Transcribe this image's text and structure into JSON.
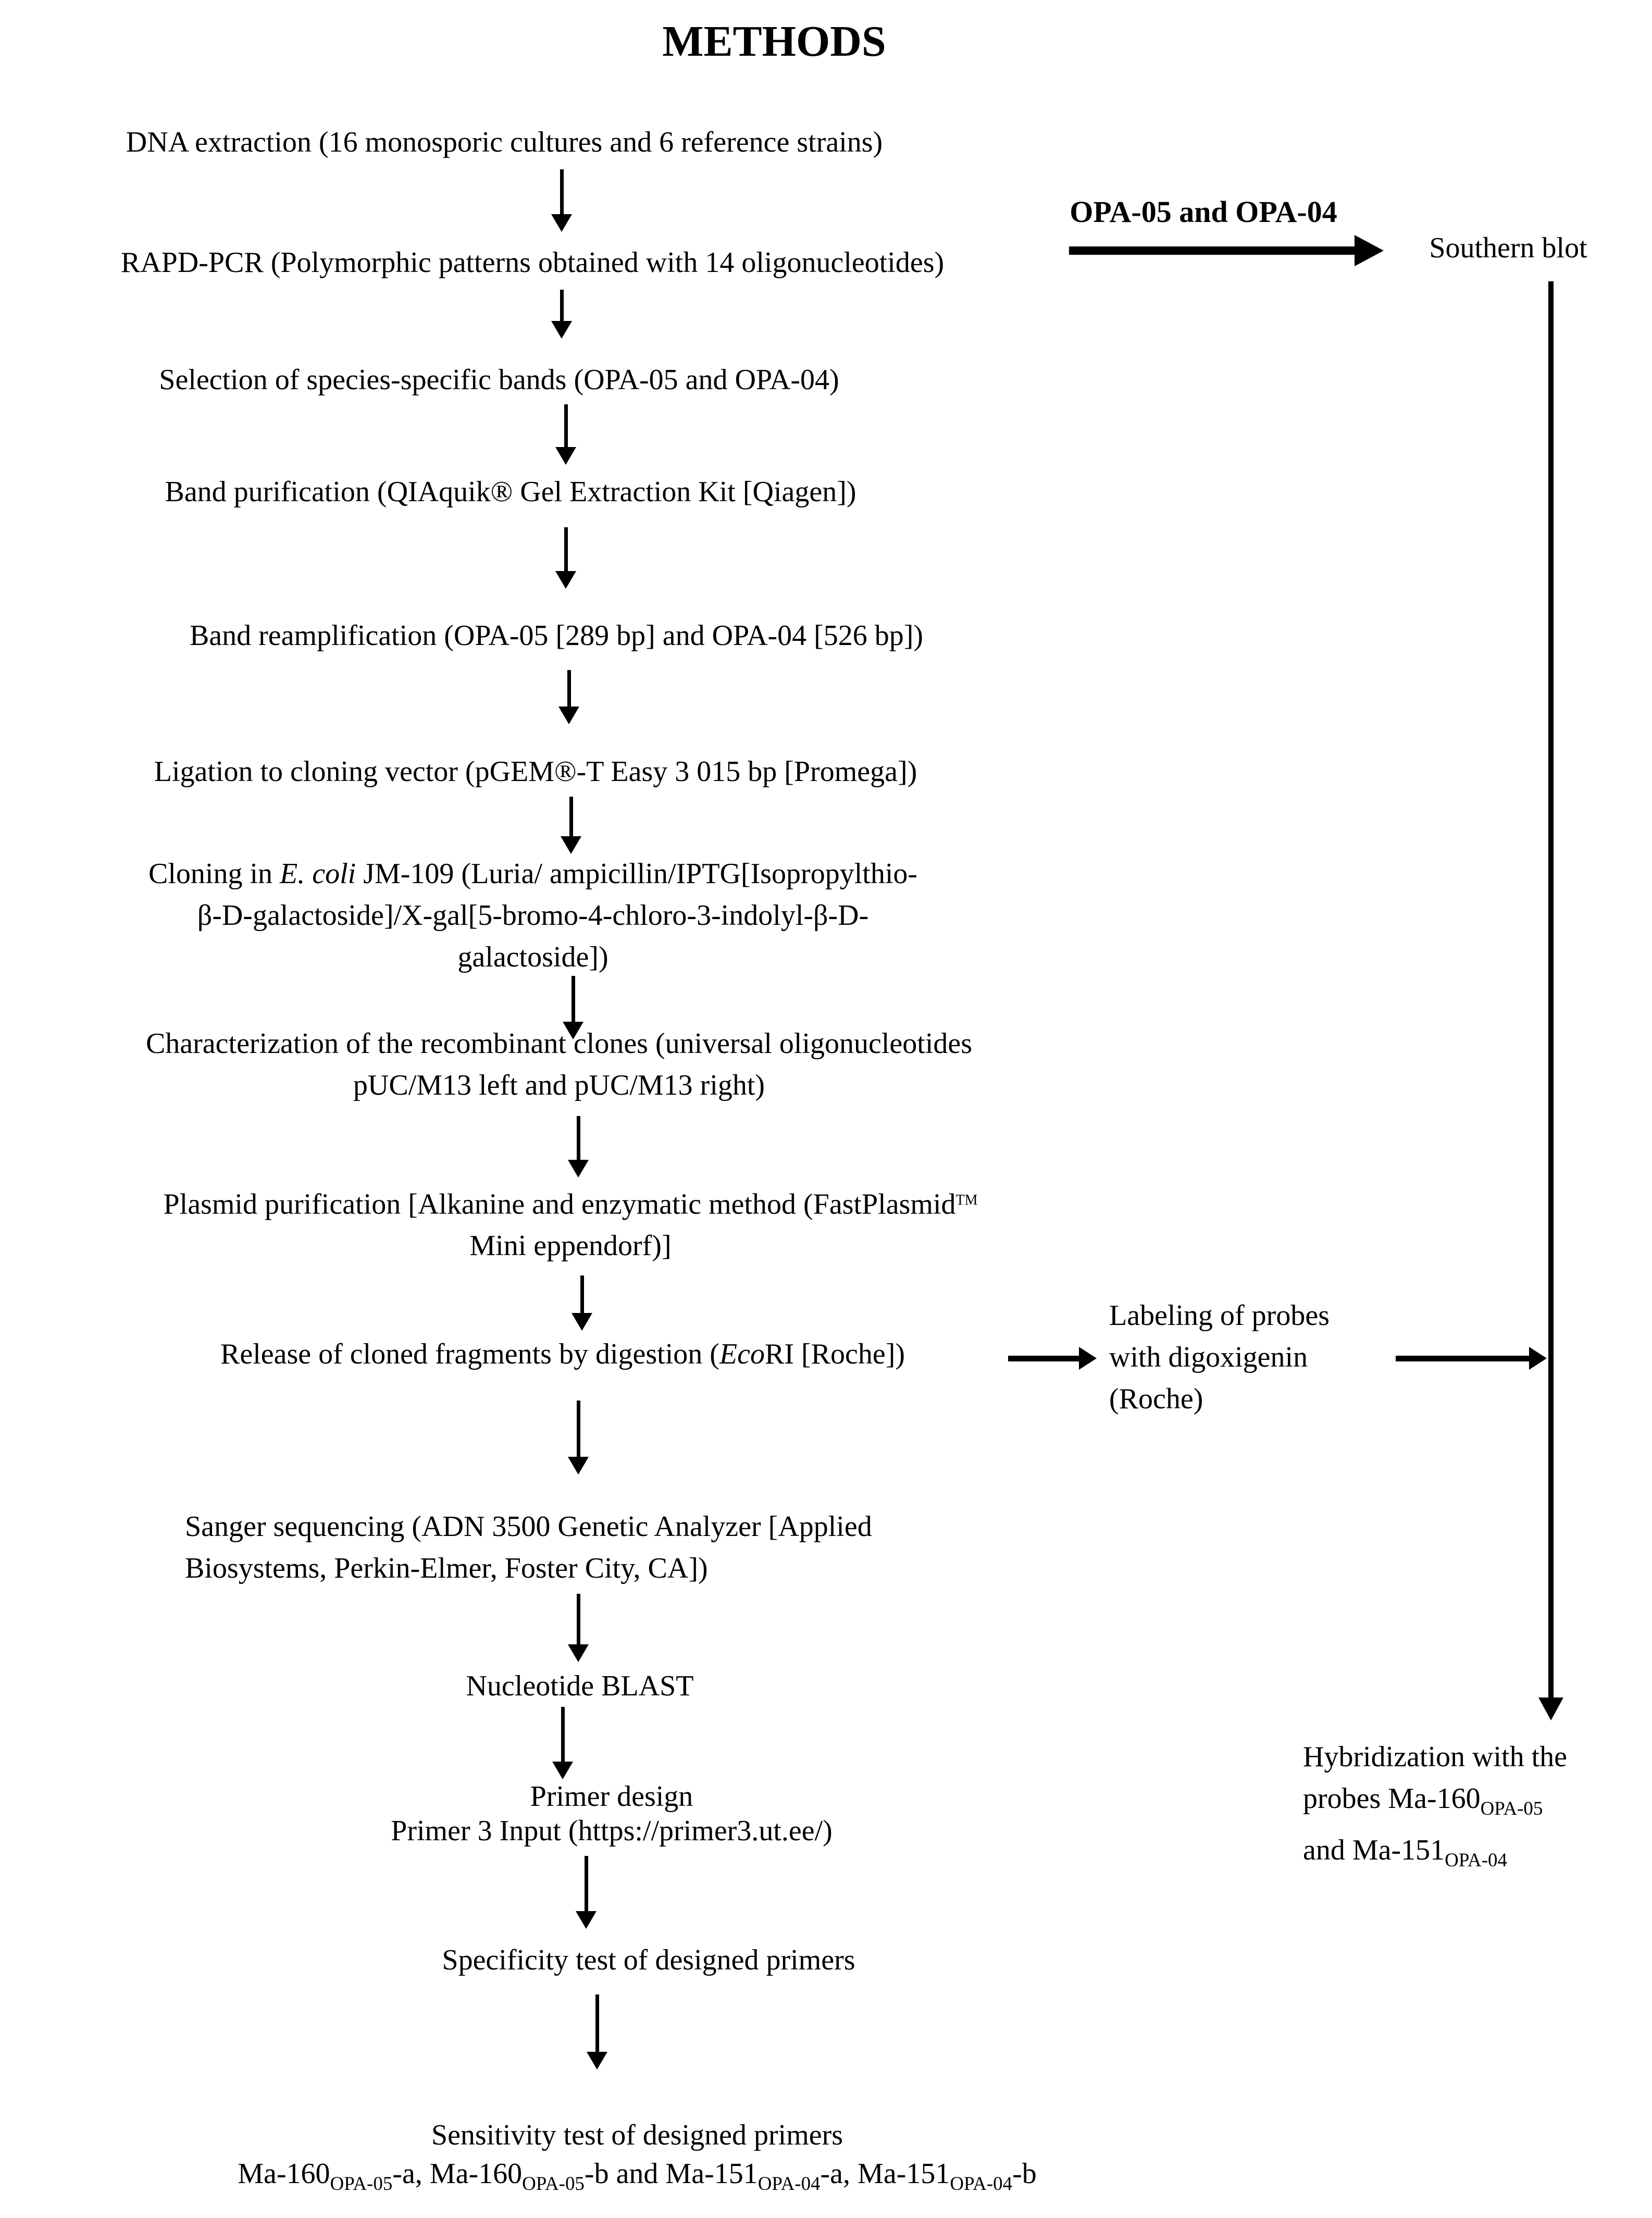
{
  "colors": {
    "ink": "#000000",
    "background": "#ffffff"
  },
  "diagram": {
    "title": "METHODS",
    "main_steps": {
      "dna_extraction": [
        [
          {
            "t": "DNA extraction (16 monosporic cultures and 6 reference strains)"
          }
        ]
      ],
      "rapd_pcr": [
        [
          {
            "t": "RAPD-PCR (Polymorphic patterns obtained with 14 oligonucleotides)"
          }
        ]
      ],
      "band_selection": [
        [
          {
            "t": "Selection of species-specific bands (OPA-05 and OPA-04)"
          }
        ]
      ],
      "band_purification": [
        [
          {
            "t": "Band purification (QIAquik® Gel Extraction Kit [Qiagen])"
          }
        ]
      ],
      "band_reamplification": [
        [
          {
            "t": "Band reamplification (OPA-05 [289 bp] and OPA-04 [526 bp])"
          }
        ]
      ],
      "ligation": [
        [
          {
            "t": "Ligation to cloning vector (pGEM®-T Easy 3 015 bp [Promega])"
          }
        ]
      ],
      "cloning": [
        [
          {
            "t": "Cloning in "
          },
          {
            "t": "E. coli",
            "s": "i"
          },
          {
            "t": " JM-109 (Luria/ ampicillin/IPTG[Isopropylthio-"
          }
        ],
        [
          {
            "t": "β-D-galactoside]/X-gal[5-bromo-4-chloro-3-indolyl-β-D-"
          }
        ],
        [
          {
            "t": "galactoside])"
          }
        ]
      ],
      "characterization": [
        [
          {
            "t": "Characterization of the recombinant clones (universal oligonucleotides"
          }
        ],
        [
          {
            "t": "pUC/M13 left and pUC/M13 right)"
          }
        ]
      ],
      "plasmid_purification": [
        [
          {
            "t": "Plasmid purification [Alkanine and enzymatic method (FastPlasmid"
          },
          {
            "t": "TM",
            "s": "sup"
          }
        ],
        [
          {
            "t": "Mini eppendorf)]"
          }
        ]
      ],
      "fragment_release": [
        [
          {
            "t": "Release of cloned fragments by digestion ("
          },
          {
            "t": "Eco",
            "s": "i"
          },
          {
            "t": "RI [Roche])"
          }
        ]
      ],
      "sanger_sequencing": [
        [
          {
            "t": "Sanger sequencing (ADN 3500 Genetic Analyzer [Applied"
          }
        ],
        [
          {
            "t": "Biosystems, Perkin-Elmer, Foster City, CA])"
          }
        ]
      ],
      "nucleotide_blast": [
        [
          {
            "t": "Nucleotide BLAST"
          }
        ]
      ],
      "primer_design": [
        [
          {
            "t": "Primer design"
          }
        ],
        [
          {
            "t": "Primer 3 Input (https://primer3.ut.ee/)"
          }
        ]
      ],
      "specificity_test": [
        [
          {
            "t": "Specificity test of designed primers"
          }
        ]
      ],
      "sensitivity_test": [
        [
          {
            "t": "Sensitivity test of designed primers"
          }
        ],
        [
          {
            "t": "Ma-160"
          },
          {
            "t": "OPA-05",
            "s": "sub"
          },
          {
            "t": "-a, Ma-160"
          },
          {
            "t": "OPA-05",
            "s": "sub"
          },
          {
            "t": "-b and Ma-151"
          },
          {
            "t": "OPA-04",
            "s": "sub"
          },
          {
            "t": "-a, Ma-151"
          },
          {
            "t": "OPA-04",
            "s": "sub"
          },
          {
            "t": "-b"
          }
        ]
      ]
    },
    "southern_branch": {
      "primer_label": [
        [
          {
            "t": "OPA-05 and OPA-04"
          }
        ]
      ],
      "southern_blot": [
        [
          {
            "t": "Southern blot"
          }
        ]
      ],
      "probe_labeling": [
        [
          {
            "t": "Labeling of probes"
          }
        ],
        [
          {
            "t": "with digoxigenin"
          }
        ],
        [
          {
            "t": "(Roche)"
          }
        ]
      ],
      "hybridization": [
        [
          {
            "t": "Hybridization with the"
          }
        ],
        [
          {
            "t": "probes Ma-160"
          },
          {
            "t": "OPA-05",
            "s": "sub"
          }
        ],
        [
          {
            "t": "and Ma-151"
          },
          {
            "t": "OPA-04",
            "s": "sub"
          }
        ]
      ]
    }
  }
}
